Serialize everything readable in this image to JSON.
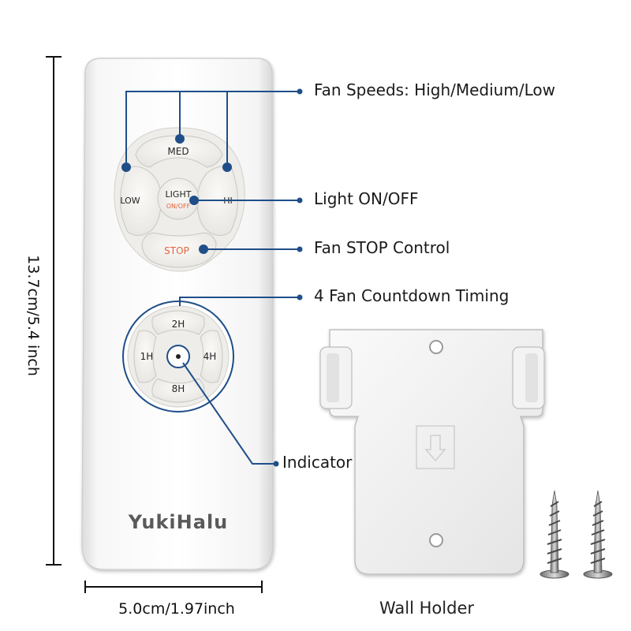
{
  "dimensions": {
    "height": "13.7cm/5.4 inch",
    "width": "5.0cm/1.97inch"
  },
  "remote": {
    "brand": "YukiHalu",
    "buttons": {
      "med": "MED",
      "low": "LOW",
      "hi": "HI",
      "light": "LIGHT",
      "light_sub": "ON/OFF",
      "stop": "STOP",
      "t2h": "2H",
      "t1h": "1H",
      "t4h": "4H",
      "t8h": "8H"
    }
  },
  "callouts": {
    "fan_speeds": "Fan Speeds: High/Medium/Low",
    "light": "Light ON/OFF",
    "stop": "Fan STOP Control",
    "timer": "4 Fan Countdown Timing",
    "indicator": "Indicator"
  },
  "wall_holder": "Wall Holder",
  "colors": {
    "callout_line": "#1f4e89",
    "stop_text": "#e2643a",
    "light_sub_text": "#e2643a",
    "button_face": "#f4f3f0",
    "remote_body": "#ffffff"
  }
}
